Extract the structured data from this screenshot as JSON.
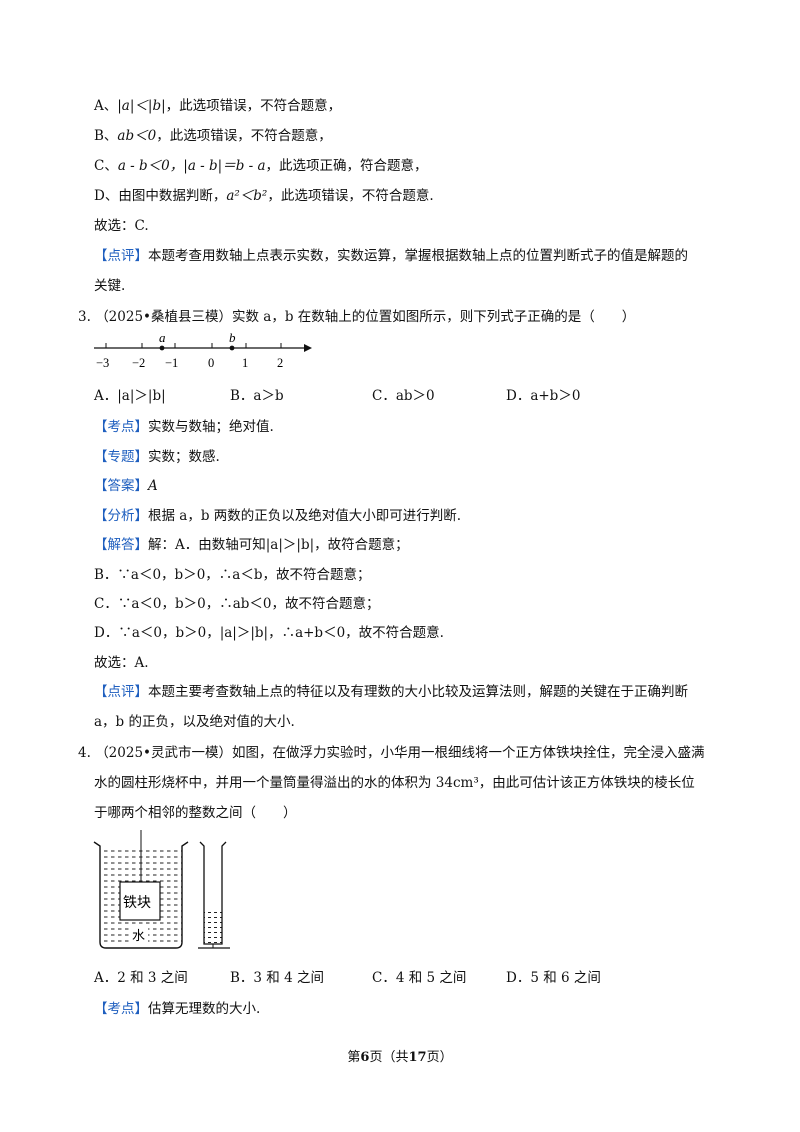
{
  "prev": {
    "line_a": {
      "prefix": "A、",
      "expr": "|a|＜|b|",
      "text": "，此选项错误，不符合题意，"
    },
    "line_b": {
      "prefix": "B、",
      "expr": "ab＜0",
      "text": "，此选项错误，不符合题意，"
    },
    "line_c": {
      "prefix": "C、",
      "expr": "a - b＜0，|a - b|＝b - a",
      "text": "，此选项正确，符合题意，"
    },
    "line_d": {
      "prefix": "D、由图中数据判断，",
      "expr": "a²＜b²",
      "text": "，此选项错误，不符合题意."
    },
    "choice": "故选：C.",
    "comment_tag": "【点评】",
    "comment_1": "本题考查用数轴上点表示实数，实数运算，掌握根据数轴上点的位置判断式子的值是解题的",
    "comment_2": "关键."
  },
  "q3": {
    "number": "3.",
    "source": "（2025•桑植县三模）",
    "stem": "实数 a，b 在数轴上的位置如图所示，则下列式子正确的是（　　）",
    "axis_labels": [
      "−3",
      "−2",
      "−1",
      "0",
      "1",
      "2"
    ],
    "point_a": "a",
    "point_b": "b",
    "options": [
      "A．|a|＞|b|",
      "B．a＞b",
      "C．ab＞0",
      "D．a+b＞0"
    ],
    "kaodian_tag": "【考点】",
    "kaodian": "实数与数轴；绝对值.",
    "zhuanti_tag": "【专题】",
    "zhuanti": "实数；数感.",
    "answer_tag": "【答案】",
    "answer": "A",
    "fenxi_tag": "【分析】",
    "fenxi": "根据 a，b 两数的正负以及绝对值大小即可进行判断.",
    "jieda_tag": "【解答】",
    "jieda": "解：A．由数轴可知|a|＞|b|，故符合题意；",
    "sol_b": "B．∵a＜0，b＞0，∴a＜b，故不符合题意；",
    "sol_c": "C．∵a＜0，b＞0，∴ab＜0，故不符合题意；",
    "sol_d": "D．∵a＜0，b＞0，|a|＞|b|，∴a+b＜0，故不符合题意.",
    "choice": "故选：A.",
    "comment_tag": "【点评】",
    "comment_1": "本题主要考查数轴上点的特征以及有理数的大小比较及运算法则，解题的关键在于正确判断",
    "comment_2": "a，b 的正负，以及绝对值的大小."
  },
  "q4": {
    "number": "4.",
    "source": "（2025•灵武市一模）",
    "stem_1": "如图，在做浮力实验时，小华用一根细线将一个正方体铁块拴住，完全浸入盛满",
    "stem_2": "水的圆柱形烧杯中，并用一个量筒量得溢出的水的体积为 34cm³，由此可估计该正方体铁块的棱长位",
    "stem_3": "于哪两个相邻的整数之间（　　）",
    "block_label": "铁块",
    "water_label": "水",
    "options": [
      "A．2 和 3 之间",
      "B．3 和 4 之间",
      "C．4 和 5 之间",
      "D．5 和 6 之间"
    ],
    "kaodian_tag": "【考点】",
    "kaodian": "估算无理数的大小."
  },
  "footer": {
    "pre": "第",
    "page": "6",
    "mid": "页（共",
    "total": "17",
    "post": "页）"
  },
  "colors": {
    "tag": "#1f5fbf",
    "text": "#111111"
  }
}
